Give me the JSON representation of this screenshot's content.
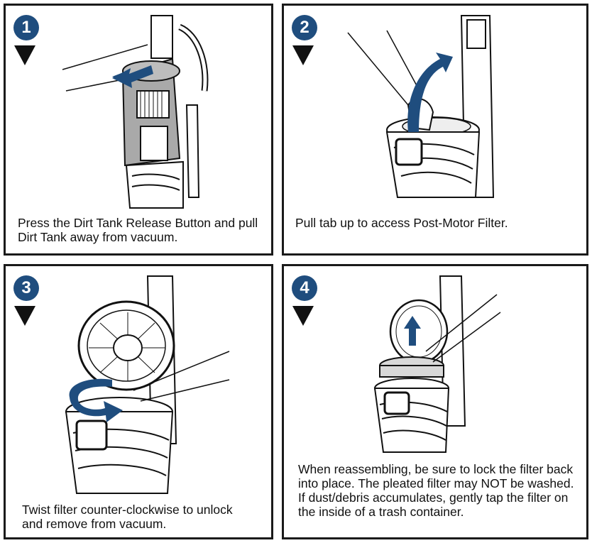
{
  "steps": [
    {
      "number": "1",
      "caption": "Press the Dirt Tank Release Button and pull Dirt Tank away from vacuum."
    },
    {
      "number": "2",
      "caption": "Pull tab up to access Post-Motor Filter."
    },
    {
      "number": "3",
      "caption": "Twist filter counter-clockwise to unlock and remove from vacuum."
    },
    {
      "number": "4",
      "caption": "When reassembling, be sure to lock the filter back into place. The pleated filter may NOT be washed. If dust/debris accumulates, gently tap the filter on the inside of a trash container."
    }
  ],
  "colors": {
    "badge": "#1f4d7e",
    "arrow": "#1f4d7e",
    "tank_gray": "#a9a9a9",
    "outline": "#111111"
  },
  "icons": [
    "step-number-badge",
    "down-arrow-icon",
    "curved-arrow-icon",
    "up-arrow-icon"
  ]
}
